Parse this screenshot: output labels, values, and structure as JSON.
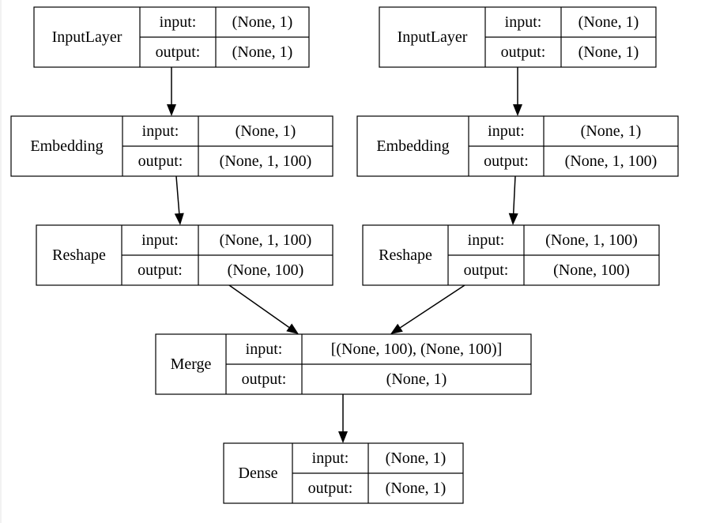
{
  "nodes": [
    {
      "id": "input_1",
      "name": "InputLayer",
      "input": "(None, 1)",
      "output": "(None, 1)"
    },
    {
      "id": "input_2",
      "name": "InputLayer",
      "input": "(None, 1)",
      "output": "(None, 1)"
    },
    {
      "id": "embedding_1",
      "name": "Embedding",
      "input": "(None, 1)",
      "output": "(None, 1, 100)"
    },
    {
      "id": "embedding_2",
      "name": "Embedding",
      "input": "(None, 1)",
      "output": "(None, 1, 100)"
    },
    {
      "id": "reshape_1",
      "name": "Reshape",
      "input": "(None, 1, 100)",
      "output": "(None, 100)"
    },
    {
      "id": "reshape_2",
      "name": "Reshape",
      "input": "(None, 1, 100)",
      "output": "(None, 100)"
    },
    {
      "id": "merge_1",
      "name": "Merge",
      "input": "[(None, 100), (None, 100)]",
      "output": "(None, 1)"
    },
    {
      "id": "dense_1",
      "name": "Dense",
      "input": "(None, 1)",
      "output": "(None, 1)"
    }
  ],
  "port_labels": {
    "input": "input:",
    "output": "output:"
  },
  "edges": [
    {
      "from": "input_1",
      "to": "embedding_1"
    },
    {
      "from": "input_2",
      "to": "embedding_2"
    },
    {
      "from": "embedding_1",
      "to": "reshape_1"
    },
    {
      "from": "embedding_2",
      "to": "reshape_2"
    },
    {
      "from": "reshape_1",
      "to": "merge_1"
    },
    {
      "from": "reshape_2",
      "to": "merge_1"
    },
    {
      "from": "merge_1",
      "to": "dense_1"
    }
  ]
}
